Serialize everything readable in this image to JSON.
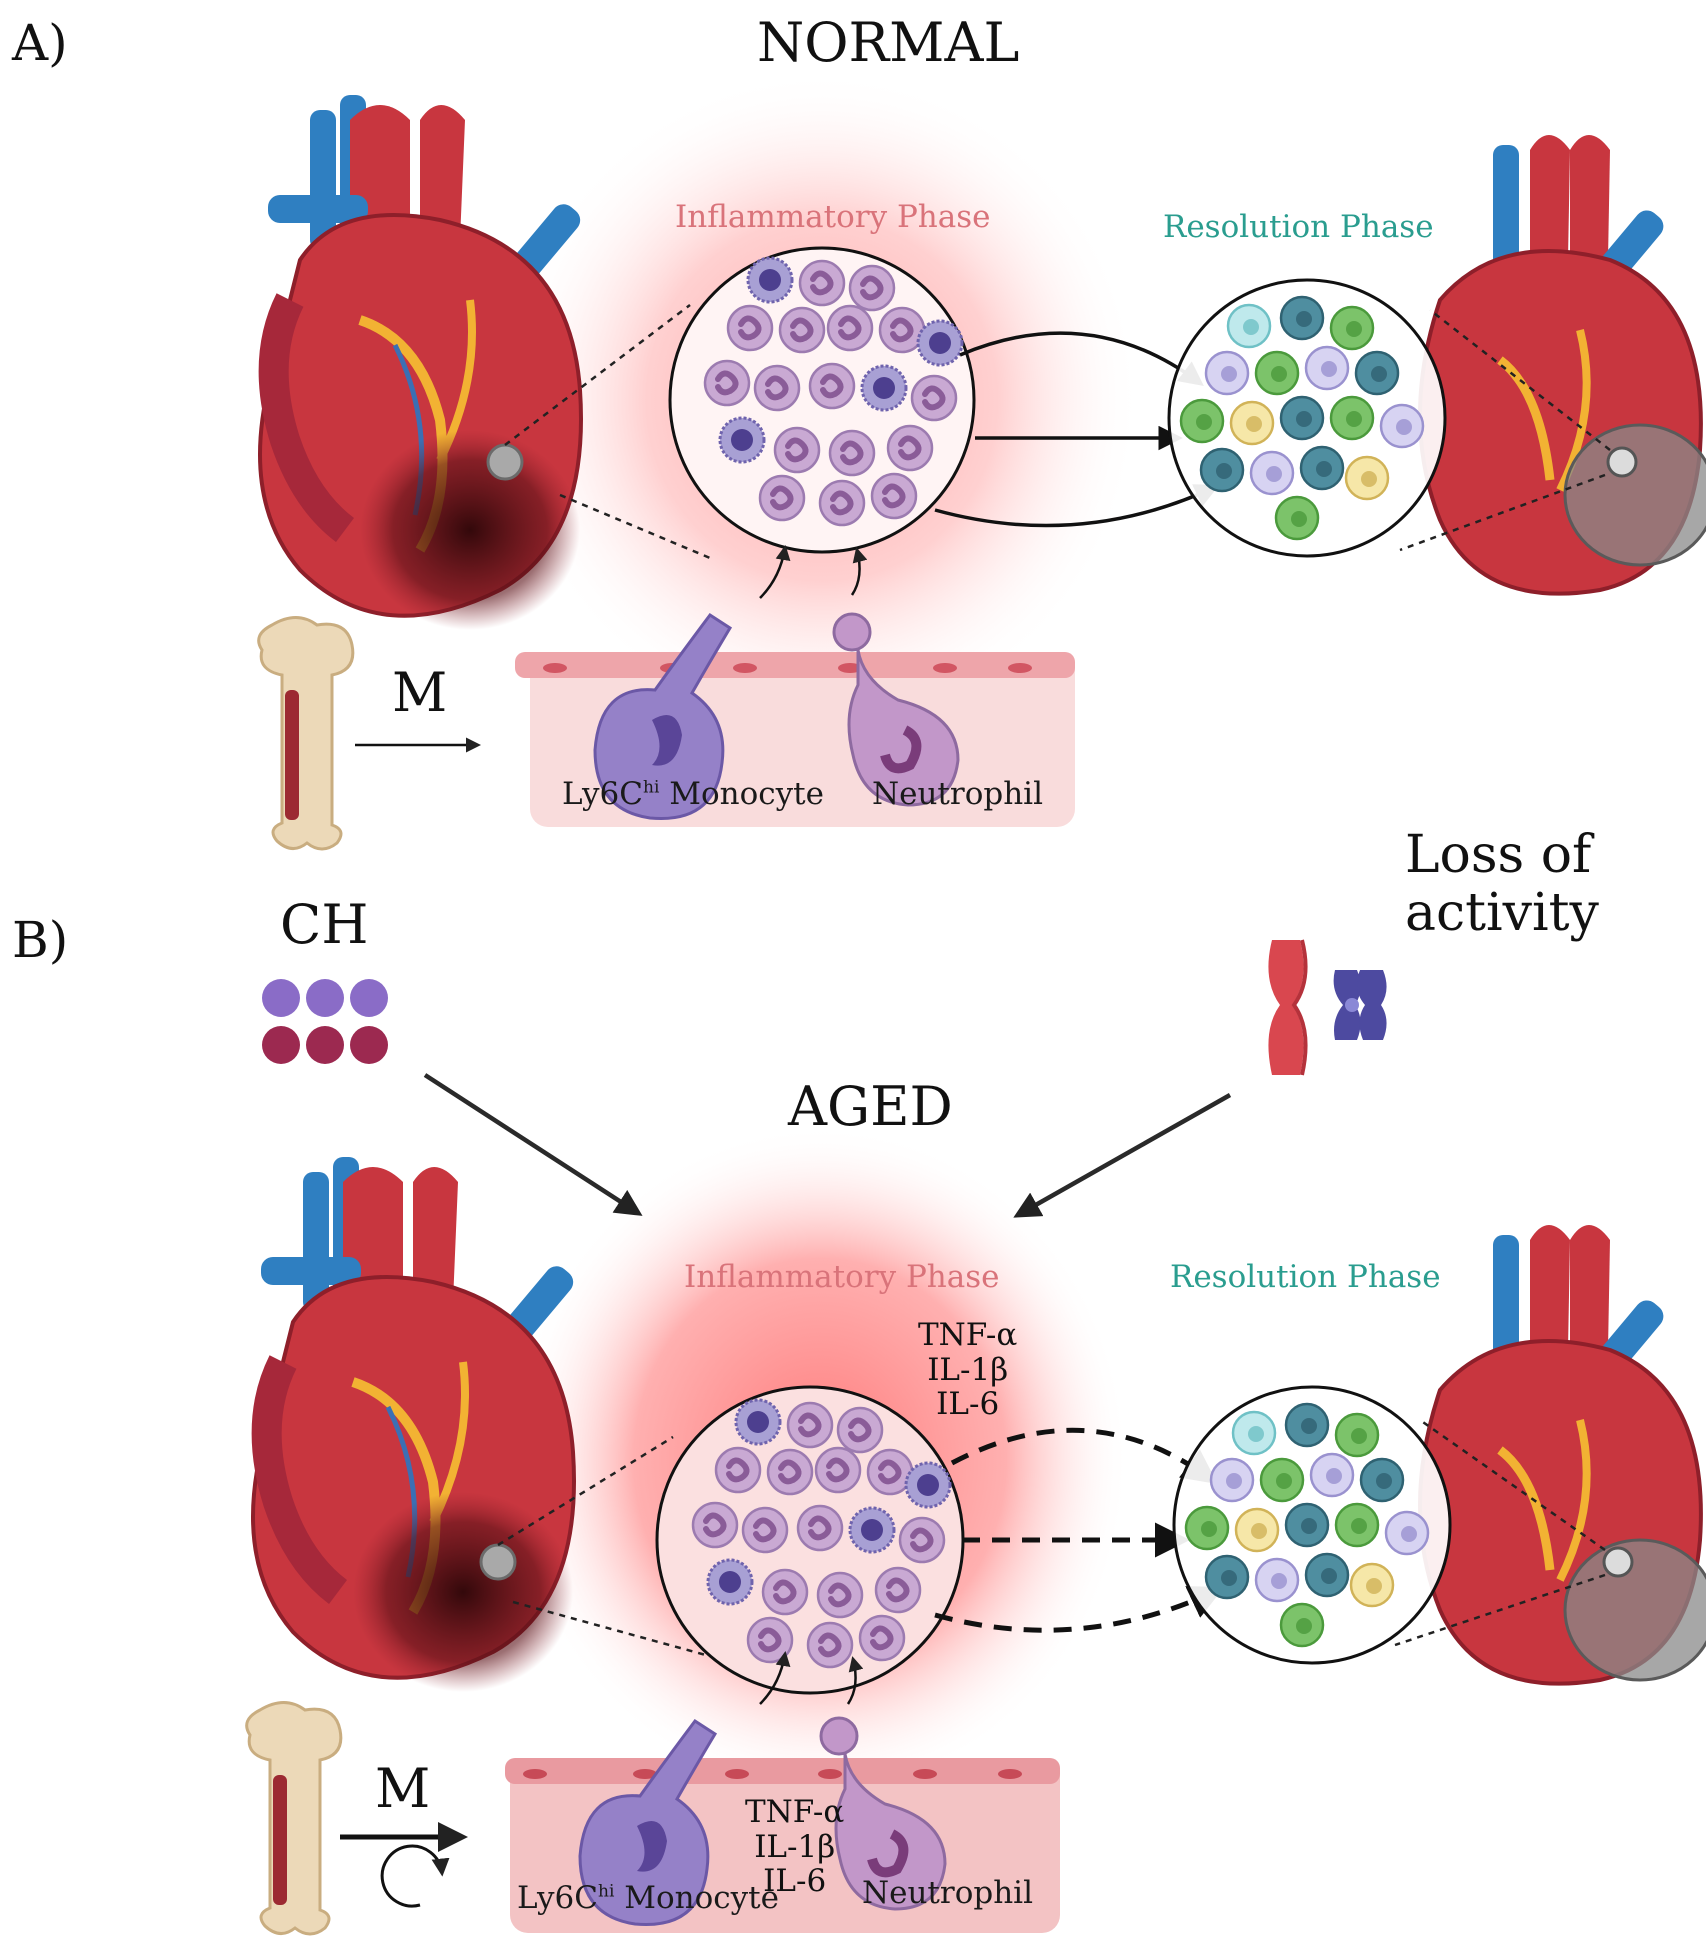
{
  "panelA": {
    "panel_label": "A)",
    "title": "NORMAL",
    "inflammatory_phase": "Inflammatory Phase",
    "resolution_phase": "Resolution Phase",
    "marrow_arrow_label": "M",
    "monocyte_label_pre": "Ly6C",
    "monocyte_label_sup": "hi",
    "monocyte_label_post": " Monocyte",
    "neutrophil_label": "Neutrophil"
  },
  "panelB": {
    "panel_label": "B)",
    "title": "AGED",
    "ch_label": "CH",
    "loss_label_line1": "Loss of",
    "loss_label_line2": "activity",
    "inflammatory_phase": "Inflammatory Phase",
    "resolution_phase": "Resolution Phase",
    "cytokines_circle": [
      "TNF-α",
      "IL-1β",
      "IL-6"
    ],
    "cytokines_vessel": [
      "TNF-α",
      "IL-1β",
      "IL-6"
    ],
    "marrow_arrow_label": "M",
    "monocyte_label_pre": "Ly6C",
    "monocyte_label_sup": "hi",
    "monocyte_label_post": " Monocyte",
    "neutrophil_label": "Neutrophil"
  },
  "colors": {
    "glow": "#ff6a6a",
    "heart_red": "#c8363f",
    "heart_dark": "#8e1f2a",
    "vessel_blue": "#2f7fc1",
    "vessel_panel": "#f7d6d8",
    "infarct": "#3a0c10",
    "monocyte": "#8e7bc0",
    "neutrophil": "#b98fc2",
    "macrophage_green": "#7cc36a",
    "macrophage_teal": "#3d7d8f",
    "ch_purple": "#8a6cc7",
    "ch_maroon": "#9c2950"
  }
}
